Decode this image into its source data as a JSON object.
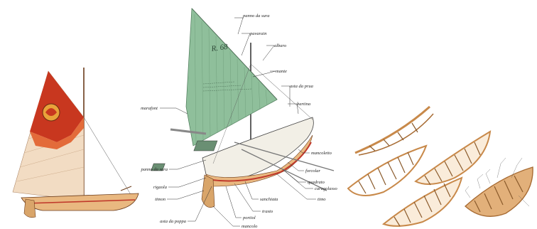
{
  "sail_number": "R. 68",
  "labels": {
    "panno_da_sura_top": "panno da sura",
    "pavarain": "pavarain",
    "albaro": "albaro",
    "mante": "mante",
    "asta_da_prua": "asta da prua",
    "bartina": "bartina",
    "marafont": "marafont",
    "mancolette": "mancoletto",
    "forcolar": "forcolar",
    "quadrato": "quadrato",
    "caragolesso": "caragolasso",
    "timo_right": "timo",
    "panno_da_sura_bottom": "panno da sura",
    "rigaola": "rigaola",
    "timon": "timon",
    "sanchiata": "sanchiata",
    "trasto": "trasto",
    "portiol": "portiol",
    "asta_da_poppa": "asta da poppa",
    "mancolo": "mancolo"
  },
  "colors": {
    "green_sail": "#8fbf9b",
    "hull_wood": "#e9b880",
    "hull_red": "#c0392b",
    "red_sail": "#c8371f",
    "cream_sail": "#f2dcc3",
    "frame_wood": "#c8894a"
  }
}
